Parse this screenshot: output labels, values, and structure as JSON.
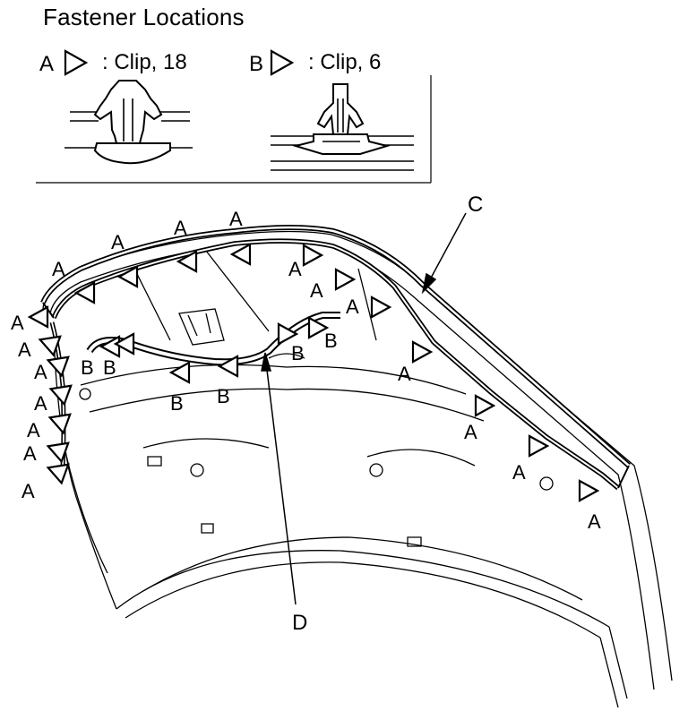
{
  "title": "Fastener Locations",
  "legend": [
    {
      "letter": "A",
      "text": ": Clip, 18"
    },
    {
      "letter": "B",
      "text": ": Clip, 6"
    }
  ],
  "callouts": {
    "c": "C",
    "d": "D"
  },
  "clip_a_label": "A",
  "clip_b_label": "B"
}
